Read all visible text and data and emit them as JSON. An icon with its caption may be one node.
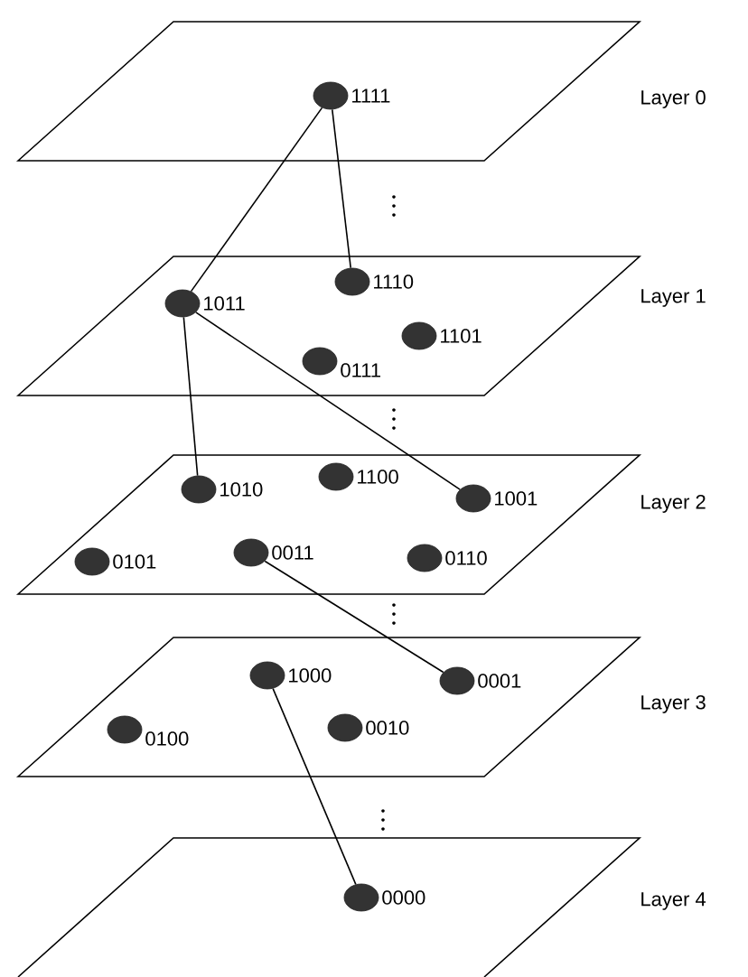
{
  "diagram": {
    "nodes": [
      {
        "text": [
          "Layer 0"
        ]
      },
      {
        "text": [
          "Layer 1"
        ]
      },
      {
        "text": [
          "Layer 2"
        ]
      },
      {
        "text": [
          "Layer 3"
        ]
      },
      {
        "text": [
          "Layer 4"
        ]
      },
      {
        "text": [],
        "shape": "circle",
        "beside": [
          "1111"
        ],
        "in": 0
      },
      {
        "text": [],
        "shape": "circle",
        "beside": [
          "1110"
        ],
        "in": 1
      },
      {
        "text": [],
        "shape": "circle",
        "beside": [
          "1011"
        ],
        "in": 1
      },
      {
        "text": [],
        "shape": "circle",
        "beside": [
          "1101"
        ],
        "in": 1
      },
      {
        "text": [],
        "shape": "circle",
        "beside": [
          "0111"
        ],
        "in": 1
      },
      {
        "text": [],
        "shape": "circle",
        "beside": [
          "1010"
        ],
        "in": 2
      },
      {
        "text": [],
        "shape": "circle",
        "beside": [
          "1100"
        ],
        "in": 2
      },
      {
        "text": [],
        "shape": "circle",
        "beside": [
          "1001"
        ],
        "in": 2
      },
      {
        "text": [],
        "shape": "circle",
        "beside": [
          "0101"
        ],
        "in": 2
      },
      {
        "text": [],
        "shape": "circle",
        "beside": [
          "0011"
        ],
        "in": 2
      },
      {
        "text": [],
        "shape": "circle",
        "beside": [
          "0110"
        ],
        "in": 2
      },
      {
        "text": [],
        "shape": "circle",
        "beside": [
          "1000"
        ],
        "in": 3
      },
      {
        "text": [],
        "shape": "circle",
        "beside": [
          "0001"
        ],
        "in": 3
      },
      {
        "text": [],
        "shape": "circle",
        "beside": [
          "0100"
        ],
        "in": 3
      },
      {
        "text": [],
        "shape": "circle",
        "beside": [
          "0010"
        ],
        "in": 3
      },
      {
        "text": [],
        "shape": "circle",
        "beside": [
          "0000"
        ],
        "in": 4
      }
    ],
    "edges": [
      {
        "from": 5,
        "to": 6,
        "arrow": "none"
      },
      {
        "from": 5,
        "to": 7,
        "arrow": "none"
      },
      {
        "from": 7,
        "to": 10,
        "arrow": "none"
      },
      {
        "from": 7,
        "to": 12,
        "arrow": "none"
      },
      {
        "from": 14,
        "to": 17,
        "arrow": "none"
      },
      {
        "from": 16,
        "to": 20,
        "arrow": "none"
      }
    ]
  }
}
